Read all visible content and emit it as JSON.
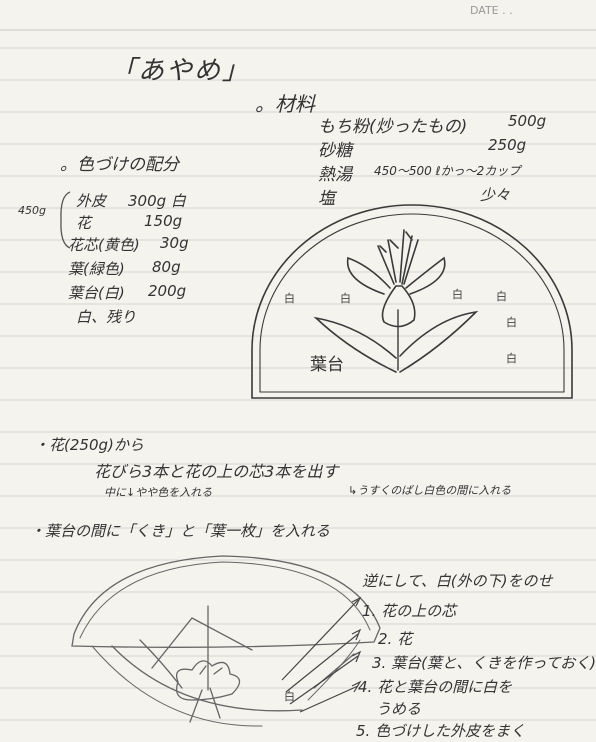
{
  "page_header": "DATE . .",
  "title": "「あやめ」",
  "ingredients": {
    "heading": "。材料",
    "items": [
      {
        "name": "もち粉(炒ったもの)",
        "amount": "500g"
      },
      {
        "name": "砂糖",
        "amount": "250g"
      },
      {
        "name": "熱湯",
        "amount": "450～500 ℓかっ～2カップ"
      },
      {
        "name": "塩",
        "amount": "少々"
      }
    ]
  },
  "coloring": {
    "heading": "。色づけの配分",
    "total_note": "450g",
    "items": [
      {
        "name": "外皮",
        "amount": "300g 白"
      },
      {
        "name": "花",
        "amount": "150g"
      },
      {
        "name": "花芯(黄色)",
        "amount": "30g"
      },
      {
        "name": "葉(緑色)",
        "amount": "80g"
      },
      {
        "name": "葉台(白)",
        "amount": "200g"
      },
      {
        "name": "白、残り",
        "amount": ""
      }
    ]
  },
  "diagram1": {
    "labels": {
      "white": "白",
      "leaf_base": "葉台"
    }
  },
  "instructions": {
    "flower": "・花(250g)から",
    "flower_detail": "花びら3本と花の上の芯3本を出す",
    "center_note": "中に↓やや色を入れる",
    "light_note": "↳うすくのばし白色の間に入れる",
    "leaf_base": "・葉台の間に「くき」と「葉一枚」を入れる"
  },
  "steps": {
    "header": "逆にして、白(外の下)をのせ",
    "items": [
      "1. 花の上の芯",
      "2. 花",
      "3. 葉台(葉と、くきを作っておく)",
      "4. 花と葉台の間に白を",
      "うめる",
      "5. 色づけした外皮をまく"
    ]
  },
  "diagram2": {
    "labels": {
      "white": "白"
    }
  }
}
